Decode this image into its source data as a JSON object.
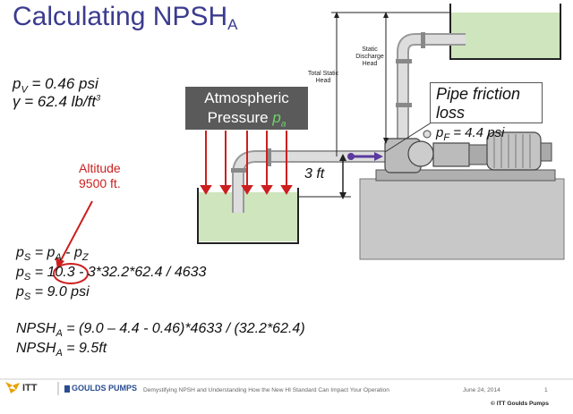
{
  "title": {
    "main": "Calculating NPSH",
    "sub": "A"
  },
  "given": {
    "pv_sym": "p",
    "pv_sub": "V",
    "pv_val": " = 0.46 psi",
    "gamma_line": "γ  = 62.4 lb/ft",
    "gamma_sup": "3"
  },
  "diagram": {
    "atm_line1": "Atmospheric",
    "atm_line2": "Pressure ",
    "atm_pa_sym": "p",
    "atm_pa_sub": "a",
    "friction_line1": "Pipe friction",
    "friction_line2": "loss",
    "pf_sym": "p",
    "pf_sub": "F",
    "pf_val": " = 4.4 psi",
    "height_label": "3 ft",
    "static_discharge": [
      "Static",
      "Discharge",
      "Head"
    ],
    "total_static": [
      "Total Static",
      "Head"
    ],
    "altitude_line1": "Altitude",
    "altitude_line2": "9500 ft."
  },
  "equations": {
    "l1": {
      "a": "p",
      "a_sub": "S",
      "b": " = p",
      "b_sub": "A",
      "c": " - p",
      "c_sub": "Z"
    },
    "l2": {
      "a": "p",
      "a_sub": "S",
      "b": " = ",
      "circled": "10.3",
      "rest": " - 3*32.2*62.4 / 4633"
    },
    "l3": {
      "a": "p",
      "a_sub": "S",
      "b": " = 9.0 psi"
    },
    "l4": {
      "a": "NPSH",
      "a_sub": "A",
      "b": " = (9.0 – 4.4 - 0.46)*4633 / (32.2*62.4)"
    },
    "l5": {
      "a": "NPSH",
      "a_sub": "A",
      "b": " = 9.5ft"
    }
  },
  "footer": {
    "logo_itt": "ITT",
    "logo_goulds": "GOULDS PUMPS",
    "center_text": "Demystifying NPSH  and Understanding How the New HI Standard Can Impact Your Operation",
    "date": "June 24, 2014",
    "page": "1",
    "copyright": "© ITT Goulds Pumps"
  },
  "colors": {
    "title": "#3b3b8f",
    "accent_red": "#cc1f1f",
    "water": "#cfe5bd",
    "box_gray": "#5a5a5a",
    "flow_arrow": "#5b3a9e"
  }
}
